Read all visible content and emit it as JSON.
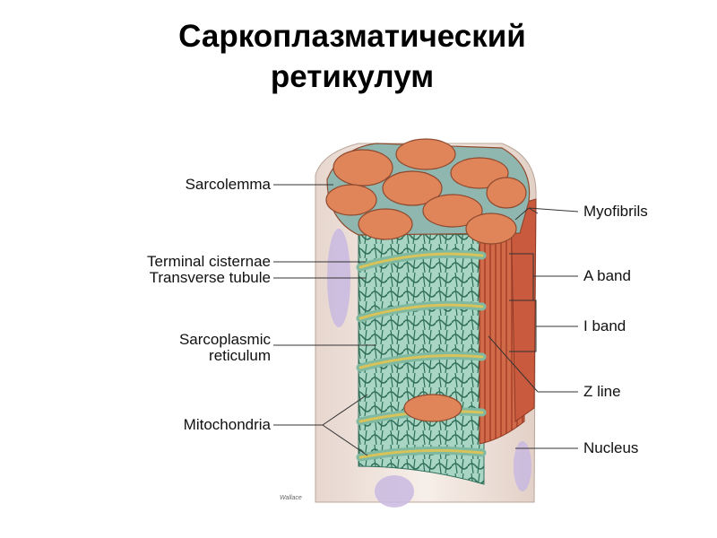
{
  "title": {
    "line1": "Саркоплазматический",
    "line2": "ретикулум"
  },
  "labels": {
    "sarcolemma": "Sarcolemma",
    "terminal_cisternae": "Terminal cisternae",
    "transverse_tubule": "Transverse tubule",
    "sarcoplasmic_1": "Sarcoplasmic",
    "sarcoplasmic_2": "reticulum",
    "mitochondria": "Mitochondria",
    "myofibrils": "Myofibrils",
    "a_band": "A band",
    "i_band": "I band",
    "z_line": "Z line",
    "nucleus": "Nucleus"
  },
  "credit": "Wallace",
  "colors": {
    "myofibril": "#e0845a",
    "myofibril_dark": "#c65a3c",
    "reticulum": "#7fb9a2",
    "reticulum_dark": "#2f6f5a",
    "tubule": "#d7c35a",
    "sarcolemma": "#efe3dc",
    "nucleus": "#b9a6d4"
  }
}
